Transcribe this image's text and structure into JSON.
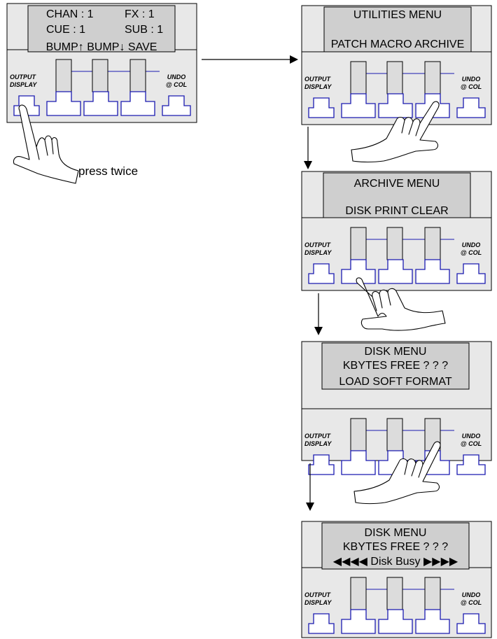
{
  "caption": "press twice",
  "panels": [
    {
      "name": "main",
      "key_left": [
        "OUTPUT",
        "DISPLAY"
      ],
      "key_right": [
        "UNDO",
        "@ COL"
      ],
      "lcd": [
        [
          "CHAN : 1",
          "FX   : 1"
        ],
        [
          "CUE   : 1",
          "SUB : 1"
        ],
        [
          "BUMP↑ BUMP↓ SAVE"
        ]
      ]
    },
    {
      "name": "utilities",
      "key_left": [
        "OUTPUT",
        "DISPLAY"
      ],
      "key_right": [
        "UNDO",
        "@ COL"
      ],
      "lcd": [
        [
          "UTILITIES  MENU"
        ],
        [
          "PATCH MACRO ARCHIVE"
        ]
      ]
    },
    {
      "name": "archive",
      "key_left": [
        "OUTPUT",
        "DISPLAY"
      ],
      "key_right": [
        "UNDO",
        "@ COL"
      ],
      "lcd": [
        [
          "ARCHIVE  MENU"
        ],
        [
          "DISK   PRINT  CLEAR"
        ]
      ]
    },
    {
      "name": "disk",
      "key_left": [
        "OUTPUT",
        "DISPLAY"
      ],
      "key_right": [
        "UNDO",
        "@ COL"
      ],
      "lcd": [
        [
          "DISK    MENU"
        ],
        [
          "KBYTES FREE ? ? ?"
        ],
        [
          "LOAD      SOFT   FORMAT"
        ]
      ]
    },
    {
      "name": "disk-busy",
      "key_left": [
        "OUTPUT",
        "DISPLAY"
      ],
      "key_right": [
        "UNDO",
        "@ COL"
      ],
      "lcd": [
        [
          "DISK MENU"
        ],
        [
          "KBYTES FREE ? ? ?"
        ],
        [
          "◀◀◀◀ Disk Busy ▶▶▶▶"
        ]
      ]
    }
  ],
  "colors": {
    "panel_fill": "#e8e8e8",
    "lcd_fill": "#cfcfcf",
    "key_stroke": "#1a1ab0",
    "outline": "#000000"
  }
}
